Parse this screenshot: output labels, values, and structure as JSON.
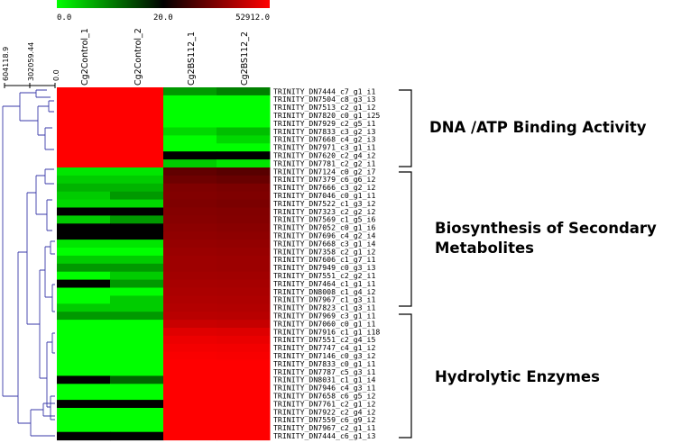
{
  "chart_data": {
    "type": "heatmap",
    "color_scale": {
      "tick_labels": [
        "0.0",
        "20.0",
        "52912.0"
      ],
      "colors": [
        "#00ff00",
        "#000000",
        "#ff0000"
      ],
      "values": [
        0,
        20,
        52912
      ]
    },
    "dendrogram_axis": {
      "tick_labels": [
        "604118.9",
        "302059.44",
        "0.0"
      ],
      "values": [
        604118.9,
        302059.44,
        0
      ]
    },
    "columns": [
      "Cg2Control_1",
      "Cg2Control_2",
      "Cg2BS112_1",
      "Cg2BS112_2"
    ],
    "rows": [
      "TRINITY_DN7444_c7_g1_i1",
      "TRINITY_DN7504_c8_g3_i3",
      "TRINITY_DN7513_c2_g1_i2",
      "TRINITY_DN7820_c0_g1_i25",
      "TRINITY_DN7929_c2_g5_i1",
      "TRINITY_DN7833_c3_g2_i3",
      "TRINITY_DN7668_c4_g2_i3",
      "TRINITY_DN7971_c3_g1_i1",
      "TRINITY_DN7620_c2_g4_i2",
      "TRINITY_DN7781_c2_g2_i1",
      "TRINITY_DN7124_c0_g2_i7",
      "TRINITY_DN7379_c6_g6_i2",
      "TRINITY_DN7666_c3_g2_i2",
      "TRINITY_DN7046_c0_g1_i1",
      "TRINITY_DN7522_c1_g3_i2",
      "TRINITY_DN7323_c2_g2_i2",
      "TRINITY_DN7569_c1_g5_i6",
      "TRINITY_DN7052_c0_g1_i6",
      "TRINITY_DN7696_c4_g2_i4",
      "TRINITY_DN7668_c3_g1_i4",
      "TRINITY_DN7358_c2_g1_i2",
      "TRINITY_DN7606_c1_g7_i1",
      "TRINITY_DN7949_c0_g3_i3",
      "TRINITY_DN7551_c2_g2_i1",
      "TRINITY_DN7464_c1_g1_i1",
      "TRINITY_DN8008_c1_g4_i2",
      "TRINITY_DN7967_c1_g3_i1",
      "TRINITY_DN7823_c1_g3_i1",
      "TRINITY_DN7969_c3_g1_i1",
      "TRINITY_DN7060_c0_g1_i1",
      "TRINITY_DN7916_c1_g1_i18",
      "TRINITY_DN7551_c2_g4_i5",
      "TRINITY_DN7747_c4_g1_i2",
      "TRINITY_DN7146_c0_g3_i2",
      "TRINITY_DN7833_c0_g1_i1",
      "TRINITY_DN7787_c5_g3_i1",
      "TRINITY_DN8031_c1_g1_i4",
      "TRINITY_DN7946_c4_g3_i1",
      "TRINITY_DN7658_c6_g5_i2",
      "TRINITY_DN7761_c2_g1_i2",
      "TRINITY_DN7922_c2_g4_i2",
      "TRINITY_DN7559_c6_g9_i2",
      "TRINITY_DN7967_c2_g1_i1",
      "TRINITY_DN7444_c6_g1_i3"
    ],
    "values": [
      [
        52912,
        52912,
        8,
        10
      ],
      [
        52912,
        52912,
        0,
        0
      ],
      [
        52912,
        52912,
        0,
        0
      ],
      [
        52912,
        52912,
        0,
        0
      ],
      [
        52912,
        52912,
        0,
        0
      ],
      [
        52912,
        52912,
        3,
        5
      ],
      [
        52912,
        52912,
        0,
        3
      ],
      [
        52912,
        52912,
        0,
        0
      ],
      [
        52912,
        52912,
        20,
        20
      ],
      [
        52912,
        52912,
        4,
        2
      ],
      [
        2,
        2,
        400,
        300
      ],
      [
        4,
        4,
        600,
        500
      ],
      [
        6,
        6,
        1000,
        900
      ],
      [
        4,
        8,
        1100,
        1000
      ],
      [
        3,
        3,
        1000,
        900
      ],
      [
        20,
        20,
        1200,
        1100
      ],
      [
        4,
        8,
        1300,
        1200
      ],
      [
        20,
        20,
        1500,
        1400
      ],
      [
        20,
        20,
        1700,
        1600
      ],
      [
        2,
        2,
        2000,
        1900
      ],
      [
        0,
        0,
        2300,
        2200
      ],
      [
        4,
        4,
        2600,
        2500
      ],
      [
        8,
        8,
        2600,
        2500
      ],
      [
        0,
        4,
        3000,
        2900
      ],
      [
        20,
        8,
        3500,
        3400
      ],
      [
        0,
        0,
        3900,
        3800
      ],
      [
        0,
        4,
        4400,
        4300
      ],
      [
        4,
        4,
        5000,
        4900
      ],
      [
        8,
        8,
        6000,
        5900
      ],
      [
        0,
        0,
        10000,
        9000
      ],
      [
        0,
        0,
        20000,
        19000
      ],
      [
        0,
        0,
        30000,
        28000
      ],
      [
        0,
        0,
        38000,
        36000
      ],
      [
        0,
        0,
        45000,
        43000
      ],
      [
        0,
        0,
        52912,
        52912
      ],
      [
        0,
        0,
        52912,
        52912
      ],
      [
        20,
        12,
        52912,
        52912
      ],
      [
        0,
        0,
        52912,
        52912
      ],
      [
        0,
        0,
        52912,
        52912
      ],
      [
        20,
        20,
        52912,
        52912
      ],
      [
        0,
        0,
        52912,
        52912
      ],
      [
        0,
        0,
        52912,
        52912
      ],
      [
        0,
        0,
        52912,
        52912
      ],
      [
        20,
        20,
        52912,
        52912
      ]
    ],
    "groups": [
      {
        "label": "DNA /ATP Binding Activity",
        "rows": [
          0,
          9
        ]
      },
      {
        "label": "Biosynthesis of Secondary\nMetabolites",
        "rows": [
          10,
          27
        ]
      },
      {
        "label": "Hydrolytic Enzymes",
        "rows": [
          28,
          43
        ]
      }
    ]
  }
}
